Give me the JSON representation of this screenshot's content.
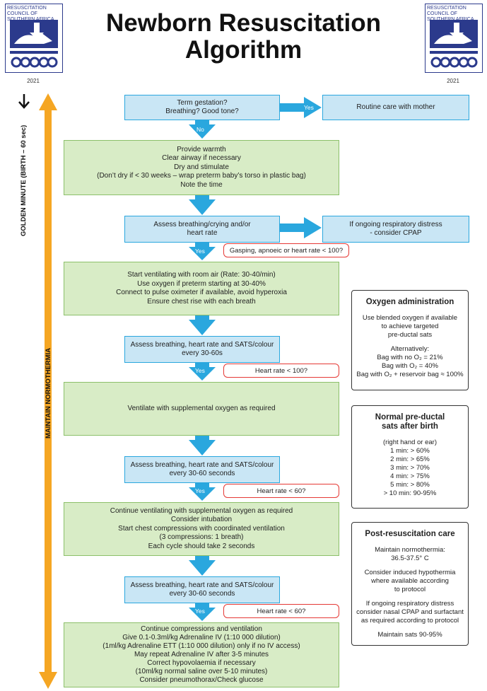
{
  "header": {
    "title_line1": "Newborn Resuscitation",
    "title_line2": "Algorithm",
    "logo_text": "Resuscitation Council of Southern Africa",
    "year": "2021"
  },
  "sidebar": {
    "golden_minute": "GOLDEN MINUTE (BIRTH – 60 sec)",
    "normothermia": "MAINTAIN NORMOTHERMIA"
  },
  "flow": {
    "q1": [
      "Term gestation?",
      "Breathing? Good tone?"
    ],
    "yes_label": "Yes",
    "no_label": "No",
    "routine": "Routine care with mother",
    "initial": [
      "Provide warmth",
      "Clear airway if necessary",
      "Dry and stimulate",
      "(Don’t dry if < 30 weeks – wrap preterm baby’s torso in plastic bag)",
      "Note the time"
    ],
    "assess1": [
      "Assess breathing/crying and/or",
      "heart rate"
    ],
    "cpap": [
      "If ongoing respiratory distress",
      "- consider CPAP"
    ],
    "gasping": "Gasping, apnoeic or heart rate < 100?",
    "ventilate": [
      "Start ventilating with room air (Rate: 30-40/min)",
      "Use oxygen if preterm starting at 30-40%",
      "Connect to pulse oximeter if available, avoid hyperoxia",
      "Ensure chest rise with each breath"
    ],
    "assess2": [
      "Assess breathing, heart rate and SATS/colour",
      "every 30-60s"
    ],
    "hr100": "Heart rate < 100?",
    "supp_o2": "Ventilate with supplemental oxygen as required",
    "assess3": [
      "Assess breathing, heart rate and SATS/colour",
      "every 30-60 seconds"
    ],
    "hr60a": "Heart rate < 60?",
    "compress": [
      "Continue ventilating with supplemental oxygen as required",
      "Consider intubation",
      "Start chest compressions with coordinated ventilation",
      "(3 compressions: 1 breath)",
      "Each cycle should take 2 seconds"
    ],
    "assess4": [
      "Assess breathing, heart rate and SATS/colour",
      "every 30-60 seconds"
    ],
    "hr60b": "Heart rate < 60?",
    "adrenaline": [
      "Continue compressions and ventilation",
      "Give 0.1-0.3ml/kg Adrenaline IV (1:10 000 dilution)",
      "(1ml/kg Adrenaline ETT (1:10 000 dilution) only if no IV access)",
      "May repeat Adrenaline IV after 3-5 minutes",
      "Correct hypovolaemia if necessary",
      "(10ml/kg normal saline over 5-10 minutes)",
      "Consider pneumothorax/Check glucose"
    ]
  },
  "oxygen_box": {
    "title": "Oxygen administration",
    "intro": [
      "Use blended oxygen if available",
      "to achieve targeted",
      "pre-ductal sats"
    ],
    "alt_title": "Alternatively:",
    "alt": [
      "Bag with no O₂ = 21%",
      "Bag with O₂ = 40%",
      "Bag with O₂ + reservoir bag ≈ 100%"
    ]
  },
  "sats_box": {
    "title": [
      "Normal pre-ductal",
      "sats after birth"
    ],
    "sub": "(right hand or ear)",
    "rows": [
      "1 min: > 60%",
      "2 min: > 65%",
      "3 min: > 70%",
      "4 min: > 75%",
      "5 min: > 80%",
      "> 10 min: 90-95%"
    ]
  },
  "post_box": {
    "title": "Post-resuscitation care",
    "p1": [
      "Maintain normothermia:",
      "36.5-37.5° C"
    ],
    "p2": [
      "Consider induced hypothermia",
      "where available according",
      "to protocol"
    ],
    "p3": [
      "If ongoing respiratory distress",
      "consider nasal CPAP and surfactant",
      "as required according to protocol"
    ],
    "p4": "Maintain sats 90-95%"
  },
  "colors": {
    "blue_fill": "#c9e6f5",
    "blue_arrow": "#2aa7de",
    "green_fill": "#d8ecc6",
    "red_border": "#e53935",
    "orange_arrow": "#f5a623"
  }
}
